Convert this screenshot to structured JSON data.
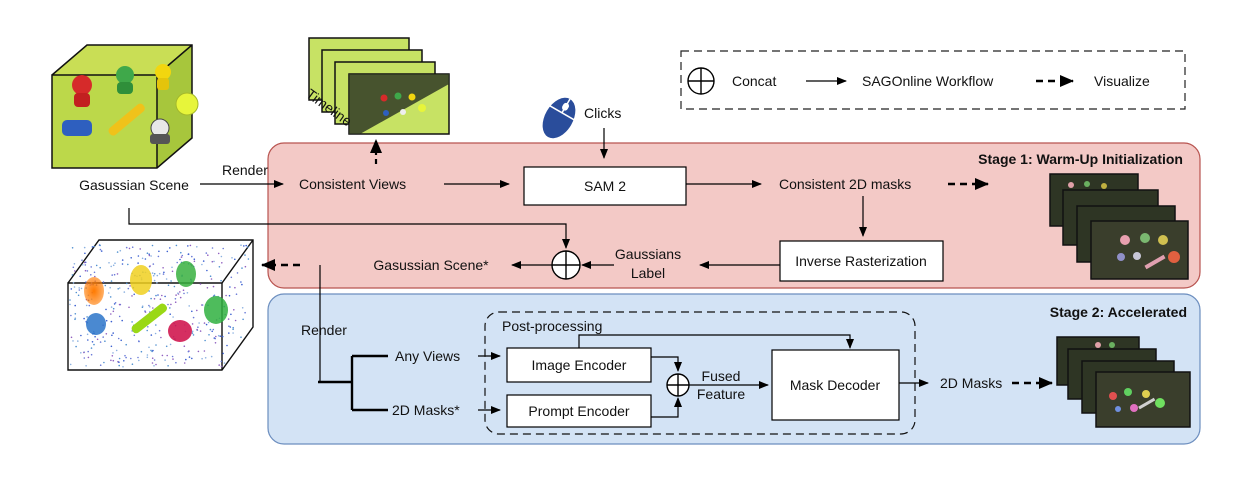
{
  "legend": {
    "concat": "Concat",
    "workflow": "SAGOnline Workflow",
    "visualize": "Visualize"
  },
  "stage1": {
    "title": "Stage 1: Warm-Up Initialization",
    "consistent_views": "Consistent Views",
    "sam2": "SAM 2",
    "consistent_masks": "Consistent 2D masks",
    "inverse_raster": "Inverse Rasterization",
    "gaussians_label_1": "Gaussians",
    "gaussians_label_2": "Label",
    "scene_star": "Gasussian Scene*"
  },
  "stage2": {
    "title": "Stage 2: Accelerated",
    "post_processing": "Post-processing",
    "any_views": "Any Views",
    "masks_star": "2D Masks*",
    "image_encoder": "Image Encoder",
    "prompt_encoder": "Prompt Encoder",
    "fused_1": "Fused",
    "fused_2": "Feature",
    "mask_decoder": "Mask Decoder",
    "out_masks": "2D Masks"
  },
  "labels": {
    "scene": "Gasussian Scene",
    "render_top": "Render",
    "render_left": "Render",
    "clicks": "Clicks",
    "timeline": "Timeline"
  },
  "colors": {
    "stage1_fill": "#f3c9c6",
    "stage1_stroke": "#b85450",
    "stage2_fill": "#d3e3f5",
    "stage2_stroke": "#6c8ebf",
    "mouse": "#2a4d9b"
  }
}
